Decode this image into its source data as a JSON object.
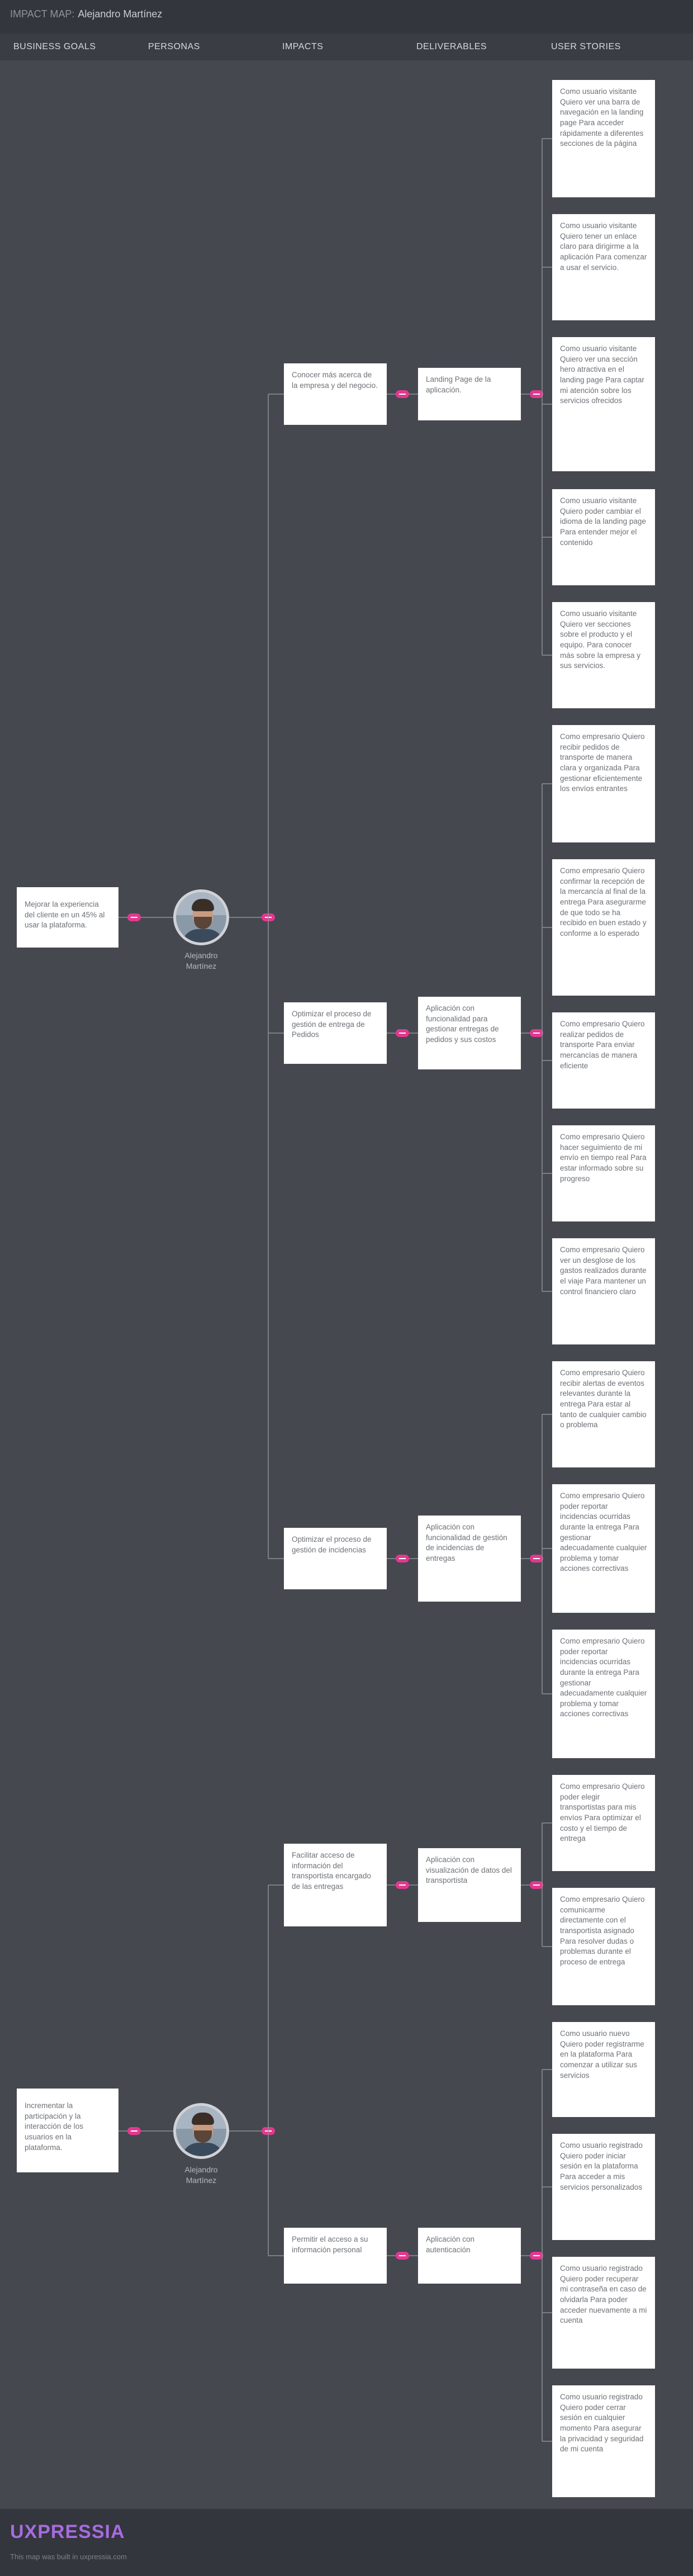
{
  "header": {
    "label": "IMPACT MAP:",
    "name": "Alejandro Martínez"
  },
  "columns": [
    "BUSINESS GOALS",
    "PERSONAS",
    "IMPACTS",
    "DELIVERABLES",
    "USER STORIES"
  ],
  "goals": [
    "Mejorar la experiencia del cliente en un 45% al usar la plataforma.",
    "Incrementar la participación y la interacción de los usuarios en la plataforma."
  ],
  "personas": [
    {
      "name": "Alejandro\nMartínez",
      "avatar": "persona-avatar-photo"
    },
    {
      "name": "Alejandro\nMartínez",
      "avatar": "persona-avatar-photo"
    }
  ],
  "impacts": [
    "Conocer más acerca de la empresa y del negocio.",
    "Optimizar el proceso de gestión de entrega de Pedidos",
    "Optimizar el proceso de gestión de incidencias",
    "Facilitar acceso de información del transportista encargado de las entregas",
    "Permitir el acceso a su información personal"
  ],
  "deliverables": [
    "Landing Page de la aplicación.",
    "Aplicación con funcionalidad para gestionar entregas de pedidos y sus costos",
    "Aplicación con funcionalidad de gestión de incidencias de entregas",
    "Aplicación con visualización de datos del transportista",
    "Aplicación con autenticación"
  ],
  "stories": [
    "Como usuario visitante Quiero ver una barra de navegación en la landing page Para acceder rápidamente a diferentes secciones de la página",
    "Como usuario visitante Quiero tener un enlace claro para dirigirme a la aplicación Para comenzar a usar el servicio.",
    "Como usuario visitante Quiero ver una sección hero atractiva en el landing page Para captar mi atención sobre los servicios ofrecidos",
    "Como usuario visitante Quiero poder cambiar el idioma de la landing page Para entender mejor el contenido",
    "Como usuario visitante Quiero ver secciones sobre el producto y el equipo. Para conocer más sobre la empresa y sus servicios.",
    "Como empresario Quiero recibir pedidos de transporte de manera clara y organizada Para gestionar eficientemente los envíos entrantes",
    "Como empresario Quiero confirmar la recepción de la mercancía al final de la entrega Para asegurarme de que todo se ha recibido en buen estado y conforme a lo esperado",
    "Como empresario Quiero realizar pedidos de transporte Para enviar mercancías de manera eficiente",
    "Como empresario Quiero hacer seguimiento de mi envío en tiempo real Para estar informado sobre su progreso",
    "Como empresario Quiero ver un desglose de los gastos realizados durante el viaje Para mantener un control financiero claro",
    "Como empresario Quiero recibir alertas de eventos relevantes durante la entrega Para estar al tanto de cualquier cambio o problema",
    "Como empresario Quiero poder reportar incidencias ocurridas durante la entrega Para gestionar adecuadamente cualquier problema y tomar acciones correctivas",
    "Como empresario Quiero poder reportar incidencias ocurridas durante la entrega Para gestionar adecuadamente cualquier problema y tomar acciones correctivas",
    "Como empresario Quiero poder elegir transportistas para mis envíos Para optimizar el costo y el tiempo de entrega",
    "Como empresario Quiero comunicarme directamente con el transportista asignado Para resolver dudas o problemas durante el proceso de entrega",
    "Como usuario nuevo Quiero poder registrarme en la plataforma Para comenzar a utilizar sus servicios",
    "Como usuario registrado Quiero poder iniciar sesión en la plataforma Para acceder a mis servicios personalizados",
    "Como usuario registrado Quiero poder recuperar mi contraseña en caso de olvidarla Para poder acceder nuevamente a mi cuenta",
    "Como usuario registrado Quiero poder cerrar sesión en cualquier momento Para asegurar la privacidad y seguridad de mi cuenta"
  ],
  "footer": {
    "logo": "UXPRESSIA",
    "tagline": "This map was built in uxpressia.com"
  },
  "colors": {
    "connector": "#e2398f",
    "background": "#45484f",
    "card": "#ffffff",
    "logo": "#a76be0"
  }
}
